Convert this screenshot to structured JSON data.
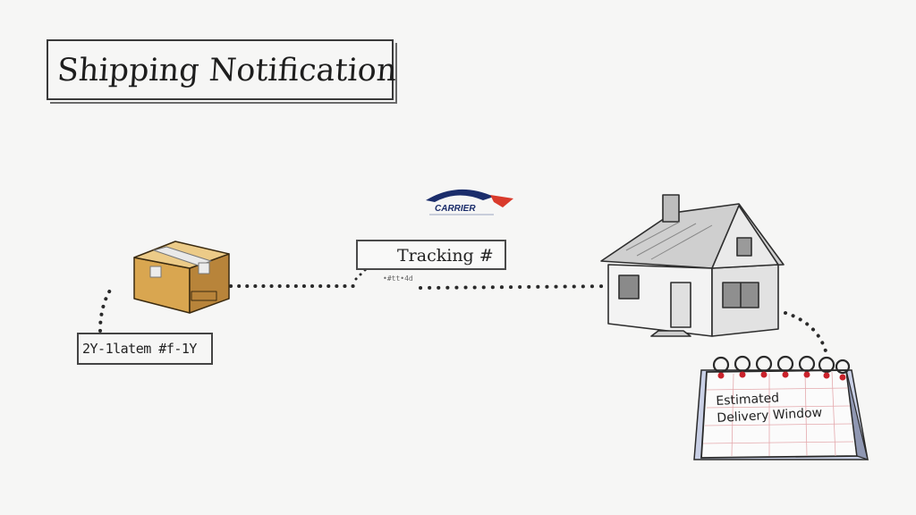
{
  "title": "Shipping Notification",
  "carrier": {
    "logo_text": "CARRIER"
  },
  "tracking": {
    "label": "Tracking #",
    "small_print": "•#tt•4d"
  },
  "package_label": {
    "text": "2Y-1latem #f-1Y"
  },
  "calendar": {
    "line1": "Estimated",
    "line2": "Delivery Window"
  },
  "icons": [
    "package-box-icon",
    "house-icon",
    "calendar-icon",
    "carrier-logo-icon",
    "tracking-disc-icon"
  ],
  "colors": {
    "box": "#d9a650",
    "carrier_navy": "#1b2d6b",
    "carrier_red": "#d93a2b",
    "calendar_ring": "#c9222b",
    "ink": "#2a2a2a"
  }
}
